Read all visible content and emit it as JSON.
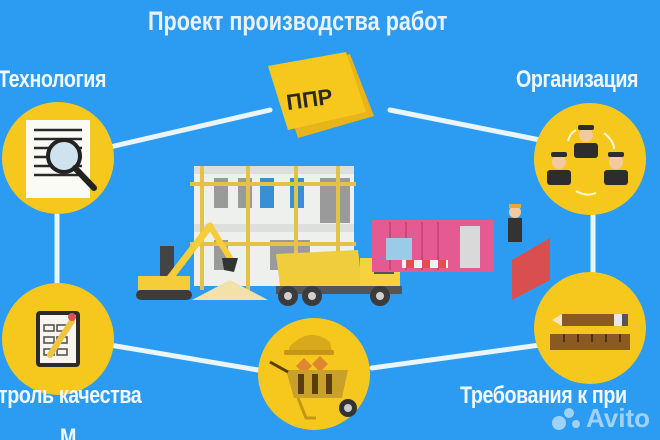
{
  "title": "Проект производства работ",
  "center_document": {
    "label": "ППР",
    "color": "#f6c81d"
  },
  "nodes": [
    {
      "id": "technology",
      "label": "Технология",
      "icon": "document-magnifier-icon"
    },
    {
      "id": "organization",
      "label": "Организация",
      "icon": "team-hierarchy-icon"
    },
    {
      "id": "quality",
      "label": "троль качества",
      "icon": "checklist-clipboard-icon"
    },
    {
      "id": "requirements",
      "label": "Требования к при",
      "icon": "pencil-ruler-icon"
    },
    {
      "id": "materials",
      "label": "",
      "icon": "wheelbarrow-helmet-icon"
    }
  ],
  "bottom_partial_label": "М",
  "watermark": "Avito",
  "colors": {
    "background": "#2b9cf2",
    "circle": "#f6c81d",
    "connector": "#eaf4fb",
    "text": "#f2f7fb"
  }
}
